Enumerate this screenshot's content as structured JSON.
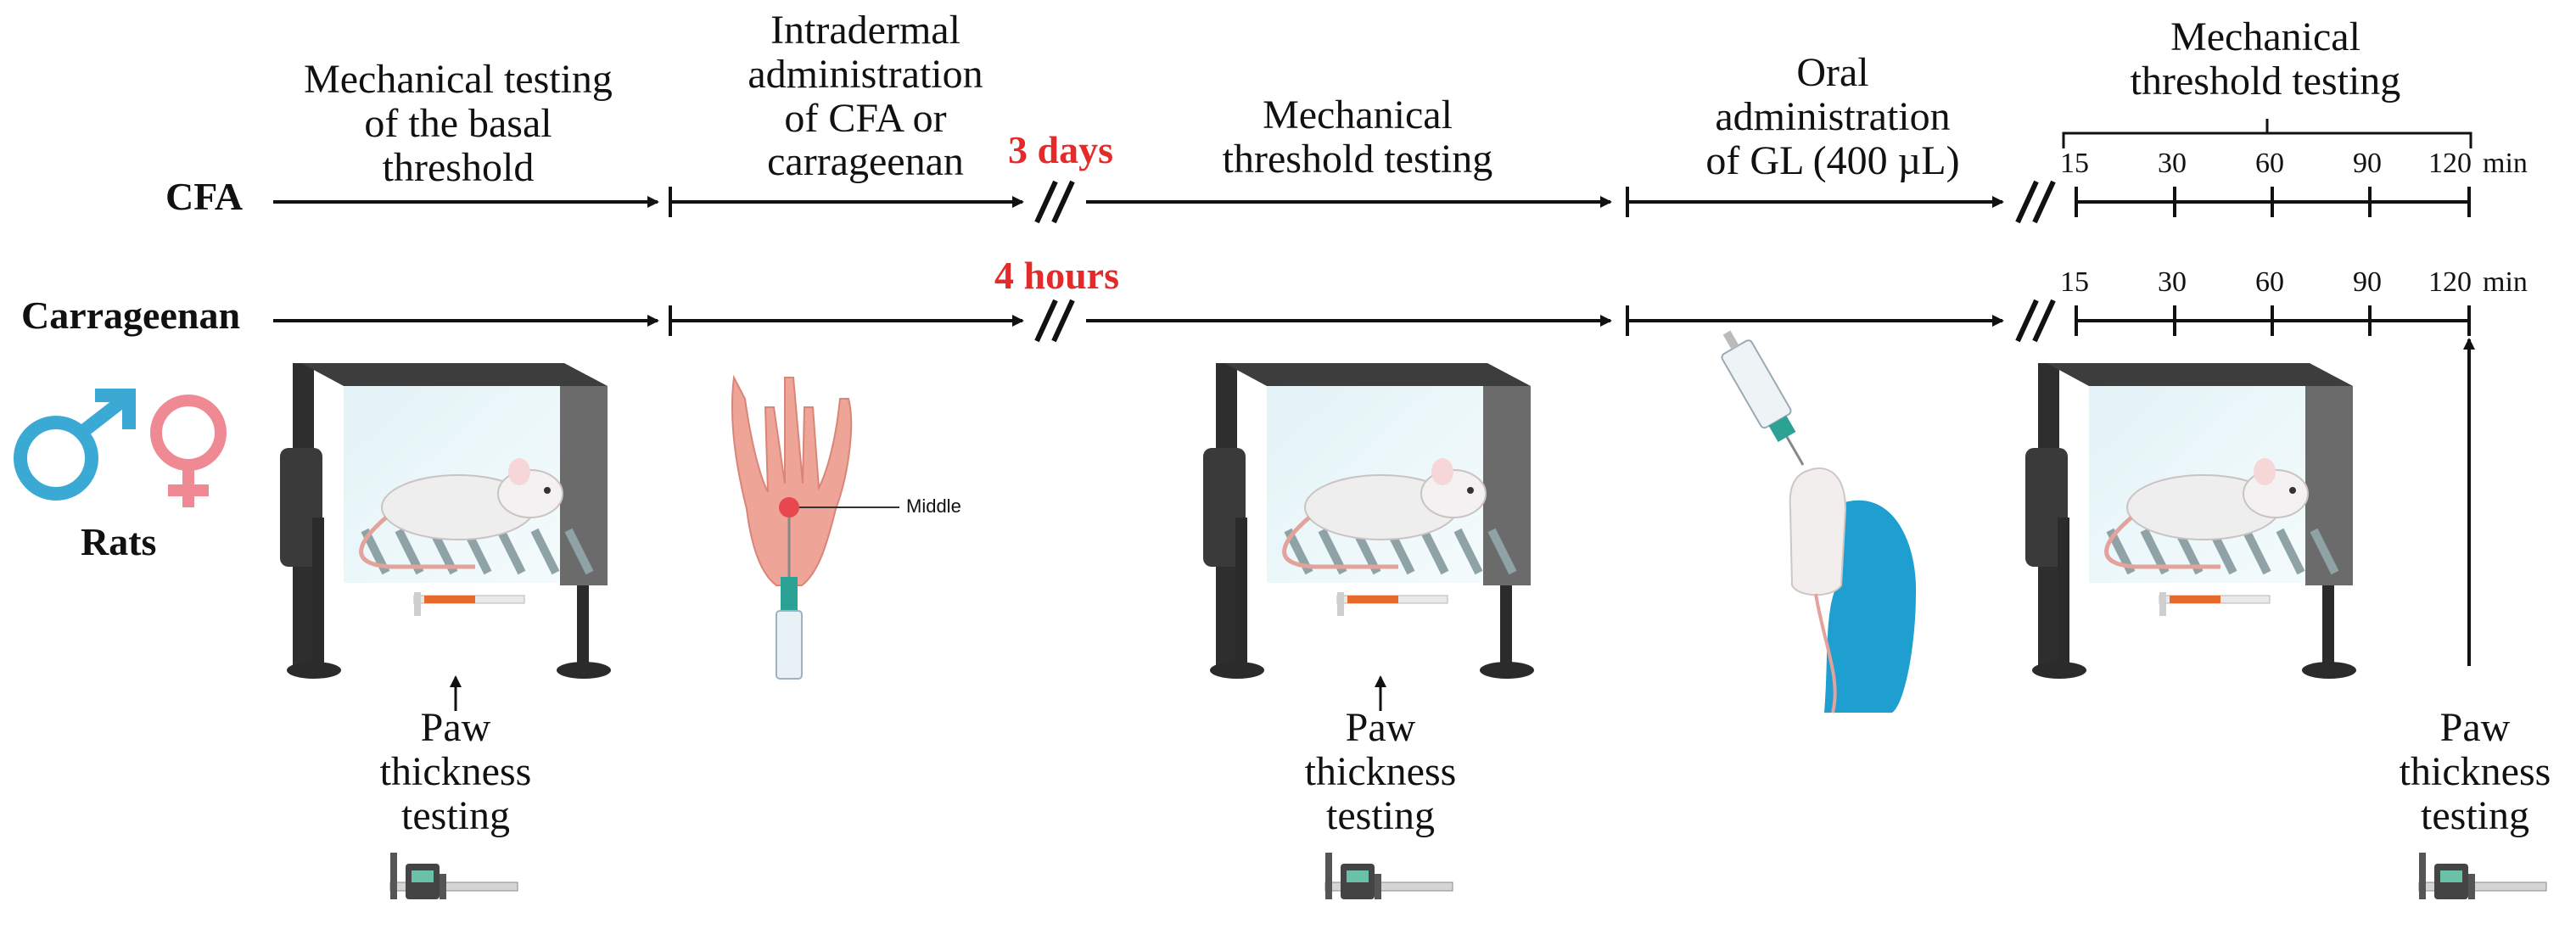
{
  "rows": {
    "cfa": "CFA",
    "carrageenan": "Carrageenan"
  },
  "subjects": {
    "label": "Rats"
  },
  "stages": {
    "basal": "Mechanical testing\nof the basal\nthreshold",
    "injection": "Intradermal\nadministration\nof CFA or\ncarrageenan",
    "threshold1": "Mechanical\nthreshold testing",
    "oral": "Oral\nadministration\nof GL (400 µL)",
    "threshold2": "Mechanical\nthreshold testing"
  },
  "delays": {
    "cfa": "3 days",
    "carrageenan": "4 hours"
  },
  "time_ticks": [
    "15",
    "30",
    "60",
    "90",
    "120"
  ],
  "time_unit": "min",
  "injection_site": "Middle",
  "paw_test": "Paw\nthickness\ntesting",
  "colors": {
    "male": "#3aa9d4",
    "female": "#ef8a95",
    "delay": "#e32b2b",
    "glove": "#1e9fcf",
    "paw": "#eea497"
  }
}
